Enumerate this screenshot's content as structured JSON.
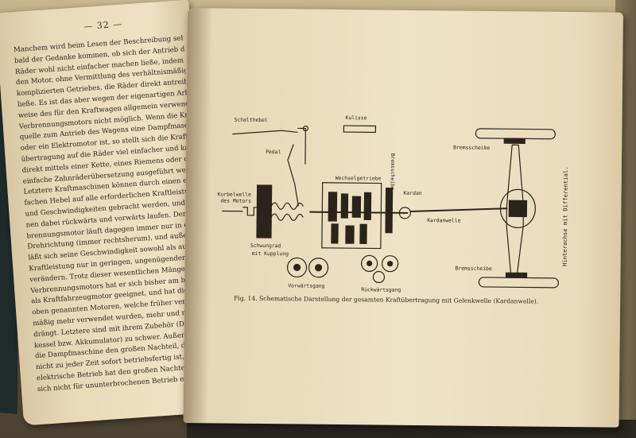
{
  "left_page": {
    "page_number": "— 32 —",
    "lines": [
      "Manchem wird beim Lesen der Beschreibung sehr",
      "bald der Gedanke kommen, ob sich der Antrieb der",
      "Räder wohl nicht einfacher machen ließe, indem man",
      "den Motor, ohne Vermittlung des verhältnismäßig",
      "komplizierten Getriebes, die Räder direkt antreiben",
      "ließe. Es ist das aber wegen der eigenartigen Arbeits-",
      "weise des für den Kraftwagen allgemein verwendeten",
      "Verbrennungsmotors nicht möglich. Wenn die Kraft-",
      "quelle zum Antrieb des Wagens eine Dampfmaschine",
      "oder ein Elektromotor ist, so stellt sich die Kraft-",
      "übertragung auf die Räder viel einfacher und kann",
      "direkt mittels einer Kette, eines Riemens oder durch",
      "einfache Zahnräderübersetzung ausgeführt werden.",
      "Letztere Kraftmaschinen können durch einen ein-",
      "fachen Hebel auf alle erforderlichen Kraftleistungen",
      "und Geschwindigkeiten gebracht werden, und sie kön-",
      "nen dabei rückwärts und vorwärts laufen. Der Ver-",
      "brennungsmotor läuft dagegen immer nur in einer",
      "Drehrichtung (immer rechtsherum), und außerdem",
      "läßt sich seine Geschwindigkeit sowohl als auch seine",
      "Kraftleistung nur in geringen, ungenügenden Grenzen",
      "verändern. Trotz dieser wesentlichen Mängel des",
      "Verbrennungsmotors hat er sich bisher am besten",
      "als Kraftfahrzeugmotor geeignet, und hat die anderen",
      "oben genannten Motoren, welche früher verhältnis-",
      "mäßig mehr verwendet wurden, mehr und mehr ver-",
      "drängt. Letztere sind mit ihrem Zubehör (Dampf-",
      "kessel bzw. Akkumulator) zu schwer. Außerdem hat",
      "die Dampfmaschine den großen Nachteil, daß sie",
      "nicht zu jeder Zeit sofort betriebsfertig ist, und der",
      "elektrische Betrieb hat den großen Nachteil, daß er",
      "sich nicht für ununterbrochenen Betrieb eignet, denn"
    ]
  },
  "right_page": {
    "figure": {
      "labels": {
        "schalthebel": "Schalthebel",
        "kulisse": "Kulisse",
        "pedal": "Pedal",
        "wechselgetriebe": "Wechselgetriebe",
        "bremsscheibe_mid": "Bremsscheibe",
        "kardan": "Kardan",
        "kurbelwelle": "Kurbelwelle",
        "des_motors": "des Motors",
        "kardanwelle": "Kardanwelle",
        "schwungrad": "Schwungrad",
        "mit_kupplung": "mit Kupplung",
        "vorwaertsgang": "Vorwärtsgang",
        "rueckwaertsgang": "Rückwärtsgang",
        "bremsscheibe_top": "Bremsscheibe",
        "bremsscheibe_bottom": "Bremsscheibe",
        "hinterachse": "Hinterachse mit Differential."
      },
      "caption": "Fig. 14.  Schematische Darstellung der gesamten Kraftübertragung mit Gelenkwelle (Kardanwelle)."
    }
  },
  "colors": {
    "paper": "#efe2c4",
    "ink": "#2b241c",
    "desk": "#5a4e3d"
  }
}
